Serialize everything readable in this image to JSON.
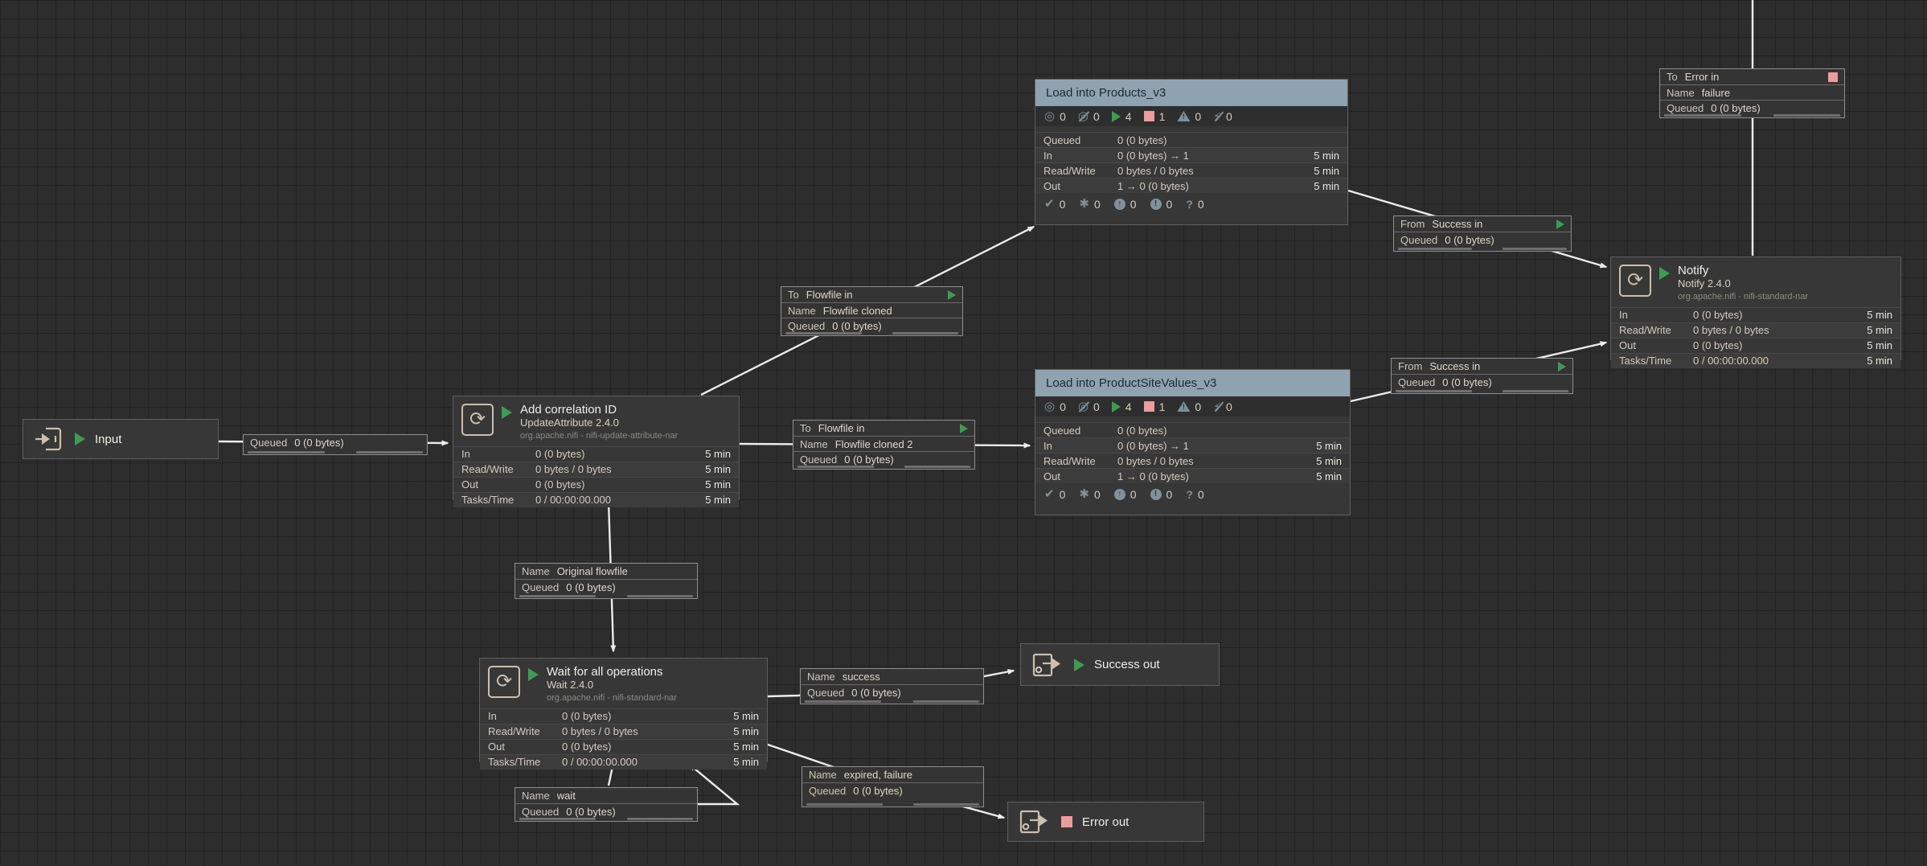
{
  "colors": {
    "accent_green": "#3f9b52",
    "stopped_pink": "#eb9c9c",
    "group_header": "#8ea3af",
    "wire": "#ececec",
    "canvas_bg": "#2d2d2d"
  },
  "ports": {
    "input": {
      "label": "Input"
    },
    "success_out": {
      "label": "Success out"
    },
    "error_out": {
      "label": "Error out"
    }
  },
  "processors": {
    "add_correlation": {
      "name": "Add correlation ID",
      "type": "UpdateAttribute 2.4.0",
      "bundle": "org.apache.nifi - nifi-update-attribute-nar",
      "rows": [
        {
          "label": "In",
          "value": "0 (0 bytes)",
          "time": "5 min"
        },
        {
          "label": "Read/Write",
          "value": "0 bytes / 0 bytes",
          "time": "5 min"
        },
        {
          "label": "Out",
          "value": "0 (0 bytes)",
          "time": "5 min"
        },
        {
          "label": "Tasks/Time",
          "value": "0 / 00:00:00.000",
          "time": "5 min"
        }
      ]
    },
    "wait": {
      "name": "Wait for all operations",
      "type": "Wait 2.4.0",
      "bundle": "org.apache.nifi - nifi-standard-nar",
      "rows": [
        {
          "label": "In",
          "value": "0 (0 bytes)",
          "time": "5 min"
        },
        {
          "label": "Read/Write",
          "value": "0 bytes / 0 bytes",
          "time": "5 min"
        },
        {
          "label": "Out",
          "value": "0 (0 bytes)",
          "time": "5 min"
        },
        {
          "label": "Tasks/Time",
          "value": "0 / 00:00:00.000",
          "time": "5 min"
        }
      ]
    },
    "notify": {
      "name": "Notify",
      "type": "Notify 2.4.0",
      "bundle": "org.apache.nifi - nifi-standard-nar",
      "rows": [
        {
          "label": "In",
          "value": "0 (0 bytes)",
          "time": "5 min"
        },
        {
          "label": "Read/Write",
          "value": "0 bytes / 0 bytes",
          "time": "5 min"
        },
        {
          "label": "Out",
          "value": "0 (0 bytes)",
          "time": "5 min"
        },
        {
          "label": "Tasks/Time",
          "value": "0 / 00:00:00.000",
          "time": "5 min"
        }
      ]
    }
  },
  "groups": {
    "products": {
      "name": "Load into Products_v3",
      "stats": {
        "transmitting": "0",
        "not_transmitting": "0",
        "running": "4",
        "stopped": "1",
        "invalid": "0",
        "disabled": "0"
      },
      "rows": [
        {
          "label": "Queued",
          "value": "0 (0 bytes)",
          "time": ""
        },
        {
          "label": "In",
          "value": "0 (0 bytes) → 1",
          "time": "5 min"
        },
        {
          "label": "Read/Write",
          "value": "0 bytes / 0 bytes",
          "time": "5 min"
        },
        {
          "label": "Out",
          "value": "1 → 0 (0 bytes)",
          "time": "5 min"
        }
      ],
      "footer": {
        "up_to_date": "0",
        "modified": "0",
        "stale": "0",
        "conflict": "0",
        "sync_failure": "0"
      }
    },
    "productsite": {
      "name": "Load into ProductSiteValues_v3",
      "stats": {
        "transmitting": "0",
        "not_transmitting": "0",
        "running": "4",
        "stopped": "1",
        "invalid": "0",
        "disabled": "0"
      },
      "rows": [
        {
          "label": "Queued",
          "value": "0 (0 bytes)",
          "time": ""
        },
        {
          "label": "In",
          "value": "0 (0 bytes) → 1",
          "time": "5 min"
        },
        {
          "label": "Read/Write",
          "value": "0 bytes / 0 bytes",
          "time": "5 min"
        },
        {
          "label": "Out",
          "value": "1 → 0 (0 bytes)",
          "time": "5 min"
        }
      ],
      "footer": {
        "up_to_date": "0",
        "modified": "0",
        "stale": "0",
        "conflict": "0",
        "sync_failure": "0"
      }
    }
  },
  "labels": {
    "input_queue": {
      "queued_label": "Queued",
      "queued_value": "0 (0 bytes)"
    },
    "flowfile_cloned": {
      "dir": "To",
      "port": "Flowfile in",
      "name_label": "Name",
      "name_value": "Flowfile cloned",
      "queued_label": "Queued",
      "queued_value": "0 (0 bytes)"
    },
    "flowfile_cloned_2": {
      "dir": "To",
      "port": "Flowfile in",
      "name_label": "Name",
      "name_value": "Flowfile cloned 2",
      "queued_label": "Queued",
      "queued_value": "0 (0 bytes)"
    },
    "success_in_top": {
      "dir": "From",
      "port": "Success in",
      "queued_label": "Queued",
      "queued_value": "0 (0 bytes)"
    },
    "success_in_bottom": {
      "dir": "From",
      "port": "Success in",
      "queued_label": "Queued",
      "queued_value": "0 (0 bytes)"
    },
    "error_in": {
      "dir": "To",
      "port": "Error in",
      "name_label": "Name",
      "name_value": "failure",
      "queued_label": "Queued",
      "queued_value": "0 (0 bytes)"
    },
    "original_flowfile": {
      "name_label": "Name",
      "name_value": "Original flowfile",
      "queued_label": "Queued",
      "queued_value": "0 (0 bytes)"
    },
    "success": {
      "name_label": "Name",
      "name_value": "success",
      "queued_label": "Queued",
      "queued_value": "0 (0 bytes)"
    },
    "expired_failure": {
      "name_label": "Name",
      "name_value": "expired, failure",
      "queued_label": "Queued",
      "queued_value": "0 (0 bytes)"
    },
    "wait_loop": {
      "name_label": "Name",
      "name_value": "wait",
      "queued_label": "Queued",
      "queued_value": "0 (0 bytes)"
    }
  }
}
